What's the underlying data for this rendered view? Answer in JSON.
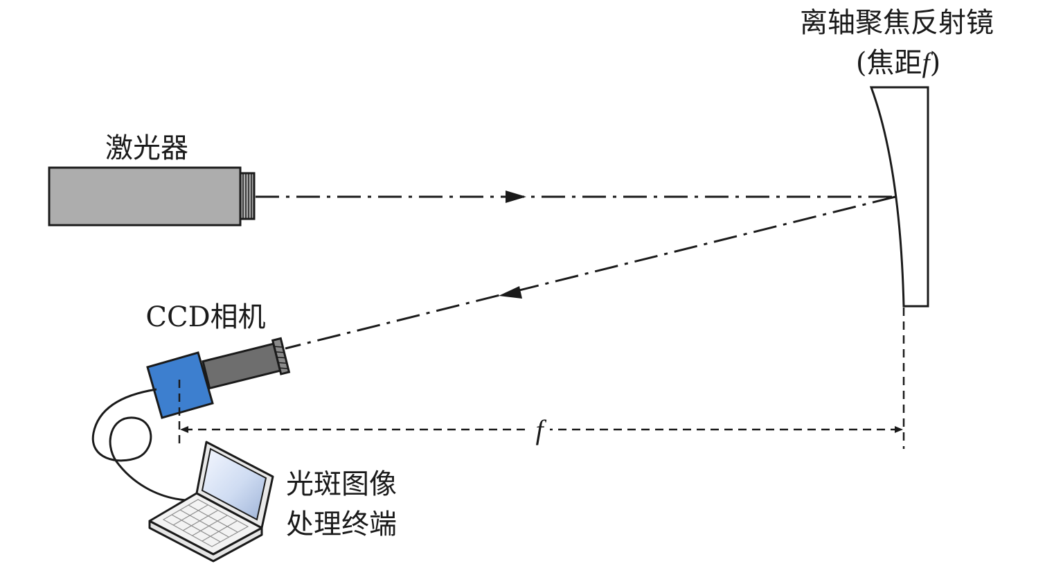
{
  "labels": {
    "laser": "激光器",
    "mirror_line1": "离轴聚焦反射镜",
    "mirror_line2_prefix": "(焦距",
    "mirror_line2_symbol": "f",
    "mirror_line2_suffix": ")",
    "camera": "CCD相机",
    "terminal_line1": "光斑图像",
    "terminal_line2": "处理终端",
    "focal_symbol": "f"
  },
  "colors": {
    "laser_body": "#adadad",
    "camera_body": "#3d7fcf",
    "camera_lens": "#6e6e6e",
    "screen": "#cfdcf2",
    "line": "#1a1a1a"
  }
}
